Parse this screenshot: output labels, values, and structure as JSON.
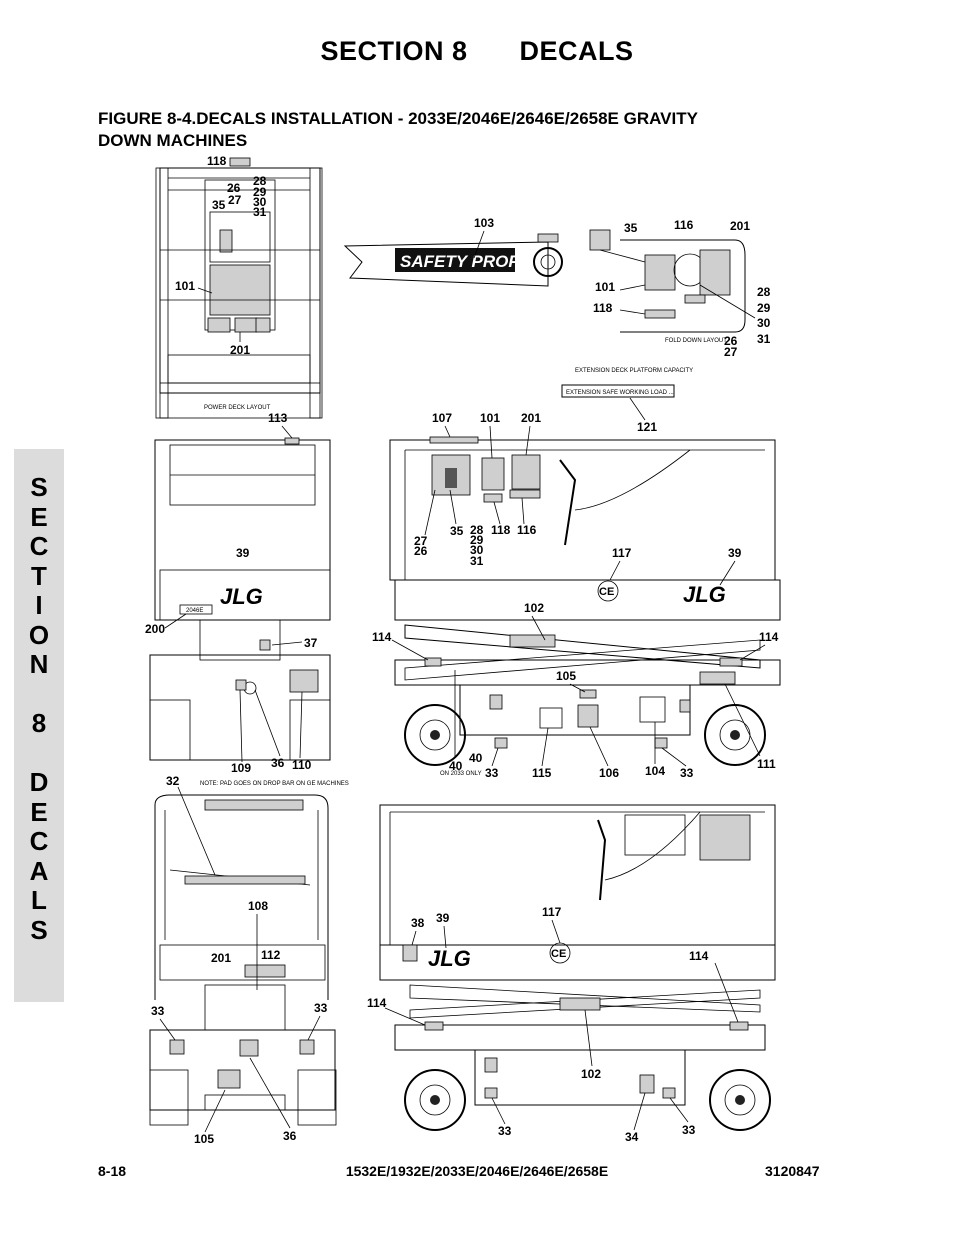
{
  "header": {
    "section": "SECTION 8",
    "section_name": "DECALS"
  },
  "figure": {
    "title_line1": "FIGURE 8-4.DECALS INSTALLATION - 2033E/2046E/2646E/2658E GRAVITY",
    "title_line2": "DOWN MACHINES"
  },
  "side_tab": [
    "S",
    "E",
    "C",
    "T",
    "I",
    "O",
    "N",
    "",
    "8",
    "",
    "D",
    "E",
    "C",
    "A",
    "L",
    "S"
  ],
  "footer": {
    "page": "8-18",
    "models": "1532E/1932E/2033E/2046E/2646E/2658E",
    "doc_number": "3120847"
  },
  "drawing_text": {
    "power_deck_layout": "POWER DECK LAYOUT",
    "fold_down_layout": "FOLD DOWN LAYOUT",
    "safety_prop": "SAFETY PROP",
    "jlg": "JLG",
    "ce": "CE",
    "model_plate": "2046E",
    "on_2033_only": "ON 2033 ONLY",
    "note_32": "NOTE: PAD GOES ON DROP BAR ON GE MACHINES",
    "decal_121_line1": "EXTENSION DECK PLATFORM CAPACITY",
    "decal_121_line2": "EXTENSION SAFE WORKING LOAD ..."
  },
  "callouts": {
    "c118_top": "118",
    "c26": "26",
    "c27": "27",
    "c28": "28",
    "c29": "29",
    "c30": "30",
    "c31": "31",
    "c35": "35",
    "c101": "101",
    "c201": "201",
    "c113": "113",
    "c103": "103",
    "r35": "35",
    "r116": "116",
    "r201": "201",
    "r101": "101",
    "r118": "118",
    "r28": "28",
    "r29": "29",
    "r30": "30",
    "r31": "31",
    "r26": "26",
    "r27": "27",
    "c121": "121",
    "s107": "107",
    "s101": "101",
    "s201": "201",
    "s27": "27",
    "s26": "26",
    "s35": "35",
    "s28": "28",
    "s29": "29",
    "s30": "30",
    "s31": "31",
    "s118": "118",
    "s116": "116",
    "s117": "117",
    "s39": "39",
    "s102": "102",
    "s114a": "114",
    "s114b": "114",
    "s105": "105",
    "s40a": "40",
    "s40b": "40",
    "s33a": "33",
    "s115": "115",
    "s106": "106",
    "s104": "104",
    "s33b": "33",
    "s111": "111",
    "f39": "39",
    "f200": "200",
    "f37": "37",
    "f109": "109",
    "f36": "36",
    "f110": "110",
    "b32": "32",
    "b108": "108",
    "b201": "201",
    "b112": "112",
    "b33a": "33",
    "b33b": "33",
    "b105": "105",
    "b36": "36",
    "l38": "38",
    "l39": "39",
    "l117": "117",
    "l114a": "114",
    "l114b": "114",
    "l102": "102",
    "l33a": "33",
    "l34": "34",
    "l33b": "33"
  }
}
